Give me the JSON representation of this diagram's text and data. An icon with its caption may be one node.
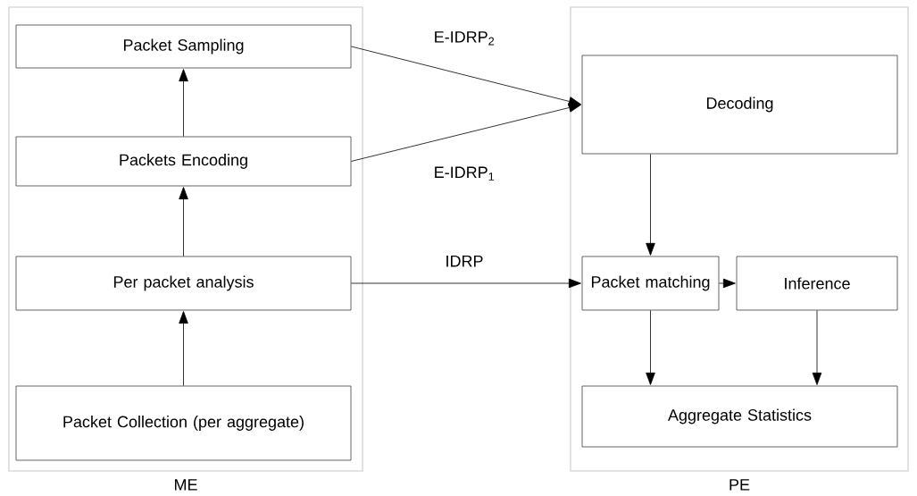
{
  "diagram": {
    "nodes": [
      {
        "text": [
          "ME"
        ]
      },
      {
        "text": [
          "Packet Sampling"
        ],
        "in": 0
      },
      {
        "text": [
          "Packets Encoding"
        ],
        "in": 0
      },
      {
        "text": [
          "Per packet analysis"
        ],
        "in": 0
      },
      {
        "text": [
          "Packet Collection (per aggregate)"
        ],
        "in": 0
      },
      {
        "text": [
          "PE"
        ]
      },
      {
        "text": [
          "Decoding"
        ],
        "in": 5
      },
      {
        "text": [
          "Packet matching"
        ],
        "in": 5
      },
      {
        "text": [
          "Inference"
        ],
        "in": 5
      },
      {
        "text": [
          "Aggregate Statistics"
        ],
        "in": 5
      }
    ],
    "edges": [
      {
        "from": 2,
        "to": 1,
        "arrow": "to"
      },
      {
        "from": 3,
        "to": 2,
        "arrow": "to"
      },
      {
        "from": 4,
        "to": 3,
        "arrow": "to"
      },
      {
        "from": 1,
        "to": 6,
        "arrow": "to",
        "label": "E-IDRP$_{2}$"
      },
      {
        "from": 2,
        "to": 6,
        "arrow": "to",
        "label": "E-IDRP$_{1}$"
      },
      {
        "from": 3,
        "to": 7,
        "arrow": "to",
        "label": "IDRP"
      },
      {
        "from": 6,
        "to": 7,
        "arrow": "to"
      },
      {
        "from": 7,
        "to": 8,
        "arrow": "to"
      },
      {
        "from": 7,
        "to": 9,
        "arrow": "to"
      },
      {
        "from": 8,
        "to": 9,
        "arrow": "to"
      }
    ]
  }
}
